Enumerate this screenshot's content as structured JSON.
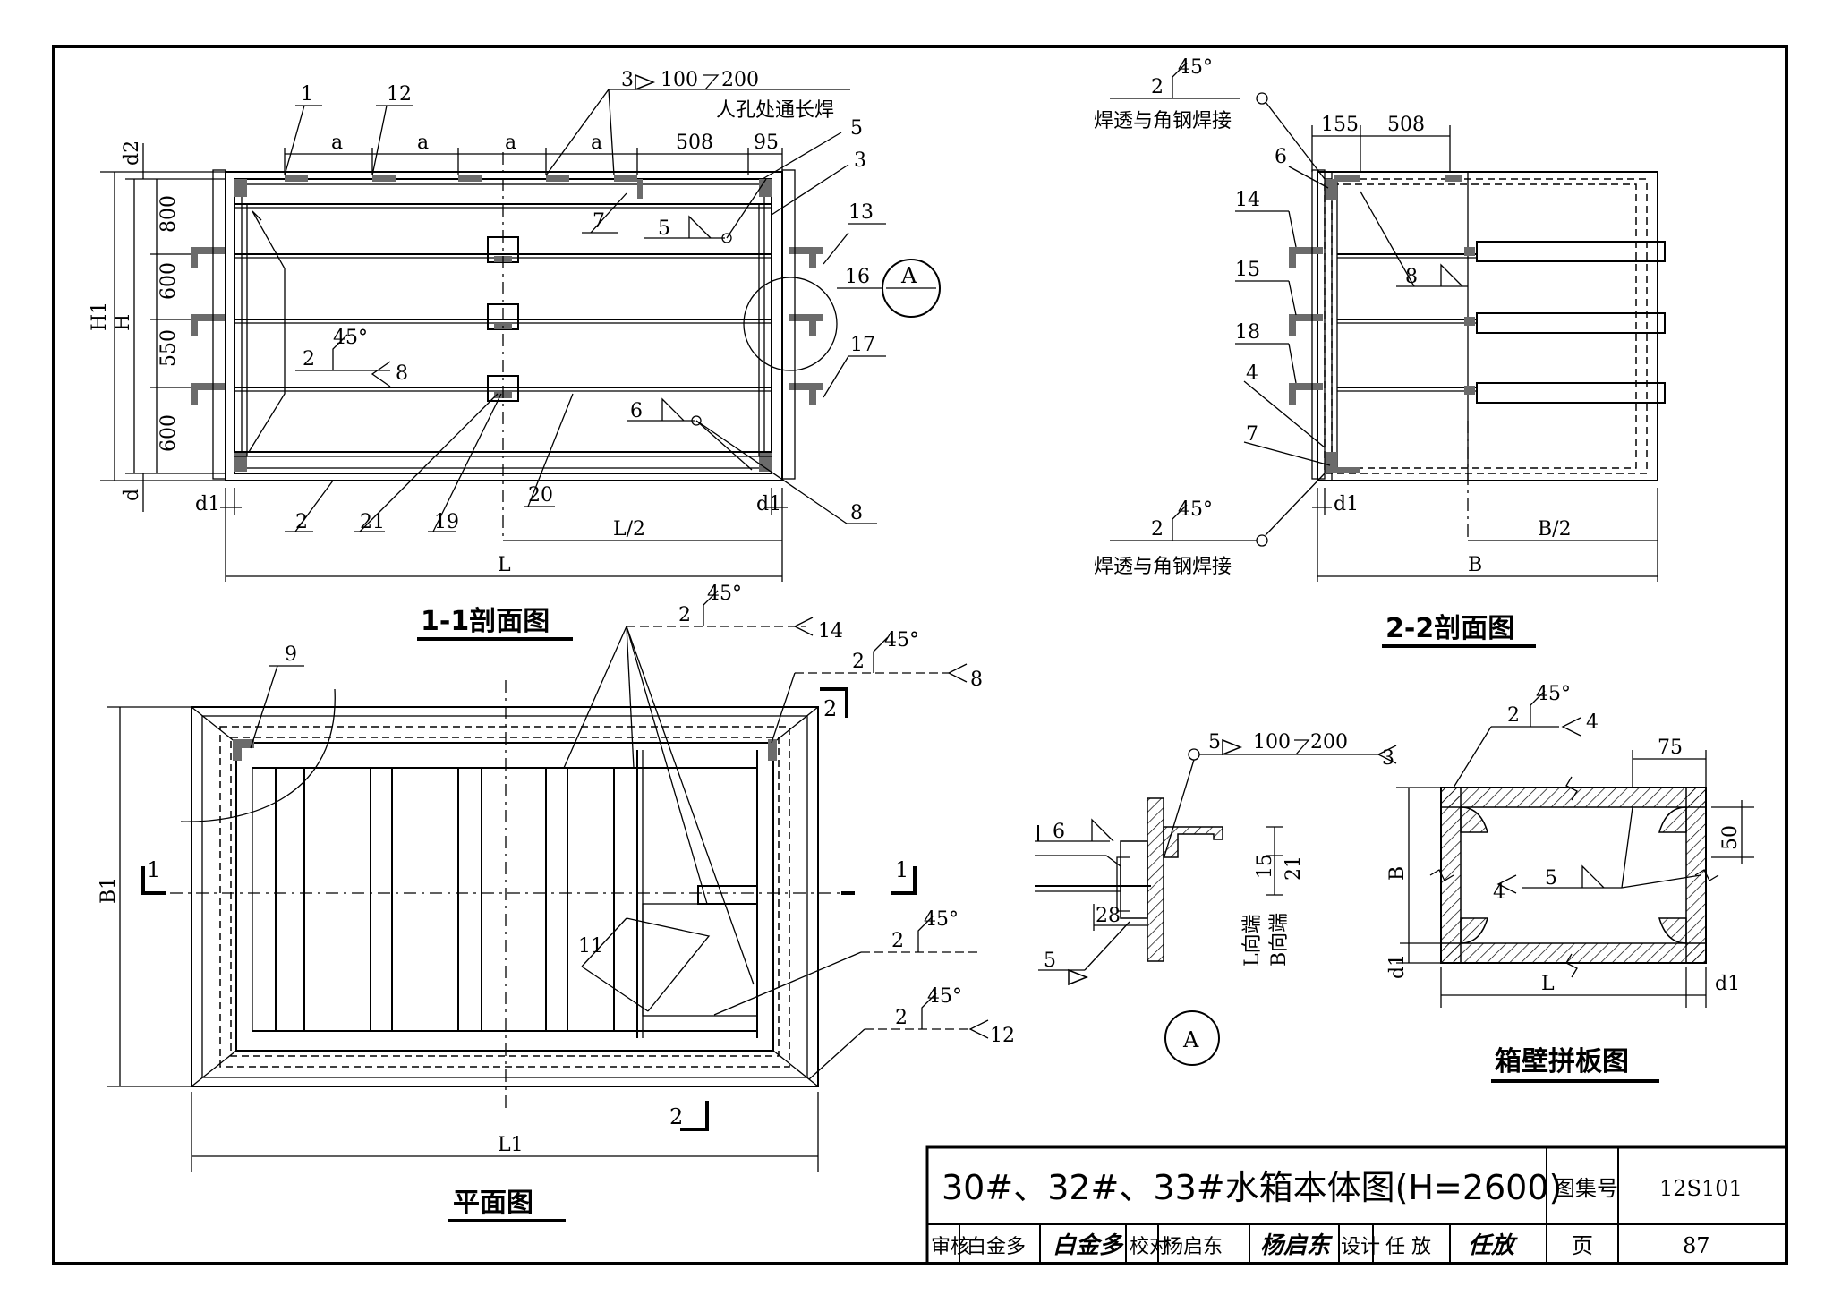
{
  "title_block": {
    "title": "30#、32#、33#水箱本体图(H=2600)",
    "atlas_label": "图集号",
    "atlas_value": "12S101",
    "page_label": "页",
    "page_value": "87",
    "review_label": "审核",
    "review_name": "白金多",
    "review_sig": "白金多",
    "check_label": "校对",
    "check_name": "杨启东",
    "check_sig": "杨启东",
    "design_label": "设计",
    "design_name": "任 放",
    "design_sig": "任放"
  },
  "views": {
    "section11": "1-1剖面图",
    "section22": "2-2剖面图",
    "plan": "平面图",
    "panel": "箱壁拼板图",
    "detail_a": "A"
  },
  "notes": {
    "manhole_weld": "人孔处通长焊",
    "weld_through": "焊透与角钢焊接",
    "weld_through2": "焊透与角钢焊接",
    "l_end": "L向端",
    "b_end": "B向端"
  },
  "weld": {
    "angle45": "45°",
    "w100": "100",
    "w200": "200",
    "n2": "2",
    "n3": "3",
    "n5": "5",
    "n6": "6",
    "n8": "8"
  },
  "dims": {
    "a": "a",
    "d508": "508",
    "d95": "95",
    "d155": "155",
    "d800": "800",
    "d600": "600",
    "d550": "550",
    "H1": "H1",
    "H": "H",
    "d": "d",
    "d1": "d1",
    "d2": "d2",
    "L": "L",
    "L2": "L/2",
    "B": "B",
    "B2": "B/2",
    "B1": "B1",
    "L1": "L1",
    "d75": "75",
    "d50": "50",
    "d15": "15",
    "d21": "21",
    "d28": "28"
  },
  "parts": {
    "p1": "1",
    "p2": "2",
    "p3": "3",
    "p4": "4",
    "p5": "5",
    "p6": "6",
    "p7": "7",
    "p8": "8",
    "p9": "9",
    "p11": "11",
    "p12": "12",
    "p13": "13",
    "p14": "14",
    "p15": "15",
    "p16": "16",
    "p17": "17",
    "p18": "18",
    "p19": "19",
    "p20": "20",
    "p21": "21"
  },
  "cuts": {
    "c1": "1",
    "c2": "2"
  }
}
